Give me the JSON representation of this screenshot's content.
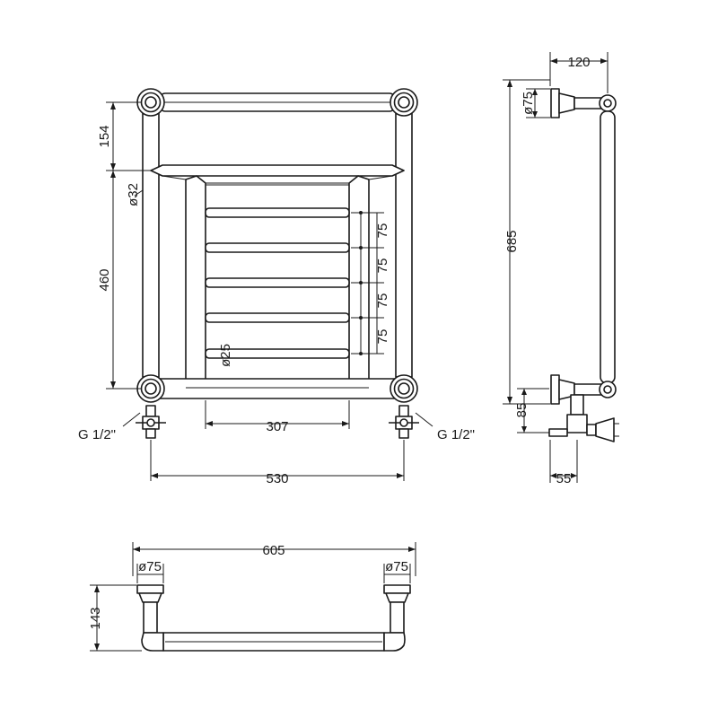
{
  "dimensions": {
    "top_section_height": "154",
    "bar_diameter": "ø32",
    "frame_height": "460",
    "rail_spacing_1": "75",
    "rail_spacing_2": "75",
    "rail_spacing_3": "75",
    "rail_spacing_4": "75",
    "rail_diameter": "ø25",
    "inner_width": "307",
    "connection_centres": "530",
    "thread_left": "G 1/2\"",
    "thread_right": "G 1/2\"",
    "wall_offset": "120",
    "side_bracket_diameter": "ø75",
    "total_height": "685",
    "valve_height": "85",
    "valve_offset": "55",
    "overall_width": "605",
    "top_bracket_left_diameter": "ø75",
    "top_bracket_right_diameter": "ø75",
    "top_projection": "143"
  }
}
